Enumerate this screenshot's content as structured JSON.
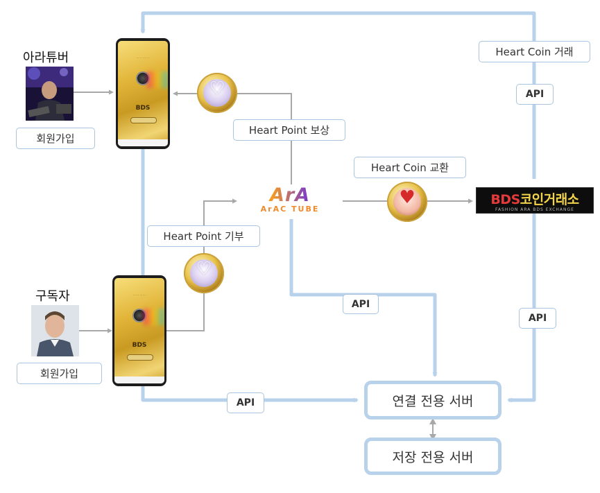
{
  "people": {
    "creator": {
      "name": "아라튜버",
      "signup": "회원가입"
    },
    "subscriber": {
      "name": "구독자",
      "signup": "회원가입"
    }
  },
  "labels": {
    "heart_coin_trade": "Heart Coin 거래",
    "heart_point_reward": "Heart Point 보상",
    "heart_coin_exchange": "Heart Coin 교환",
    "heart_point_donate": "Heart Point 기부"
  },
  "api_badge": "API",
  "servers": {
    "connection": "연결 전용 서버",
    "storage": "저장 전용 서버"
  },
  "logo": {
    "main": "ArA",
    "sub": "ArAC TUBE"
  },
  "exchange": {
    "brand": "BDS",
    "title": "코인거래소",
    "sub": "FASHION ARA BDS EXCHANGE"
  },
  "phone_screen": {
    "brand": "BDS"
  },
  "colors": {
    "wire_blue": "#b8d2ec",
    "arrow_gray": "#a8a8a8",
    "box_border": "#a9c4e0"
  }
}
